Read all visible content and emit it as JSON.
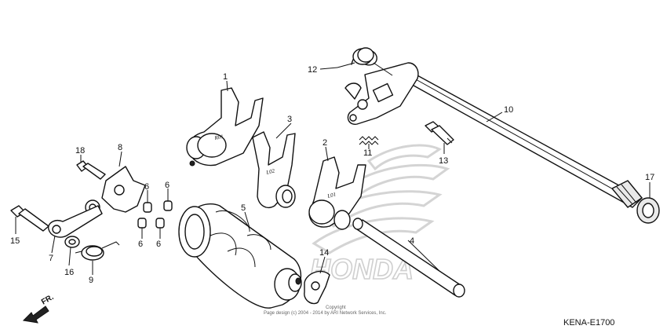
{
  "diagram": {
    "callouts": [
      "1",
      "2",
      "3",
      "4",
      "5",
      "6",
      "6",
      "6",
      "6",
      "7",
      "8",
      "9",
      "10",
      "11",
      "12",
      "13",
      "14",
      "15",
      "16",
      "17",
      "18"
    ],
    "part_stamps": [
      "R01",
      "L02",
      "L01"
    ],
    "watermark_logo": "HONDA",
    "copyright_line1": "Copyright",
    "copyright_line2": "Page design (c) 2004 - 2014 by ARI Network Services, Inc.",
    "reference_code": "KENA-E1700",
    "direction_label": "FR."
  }
}
